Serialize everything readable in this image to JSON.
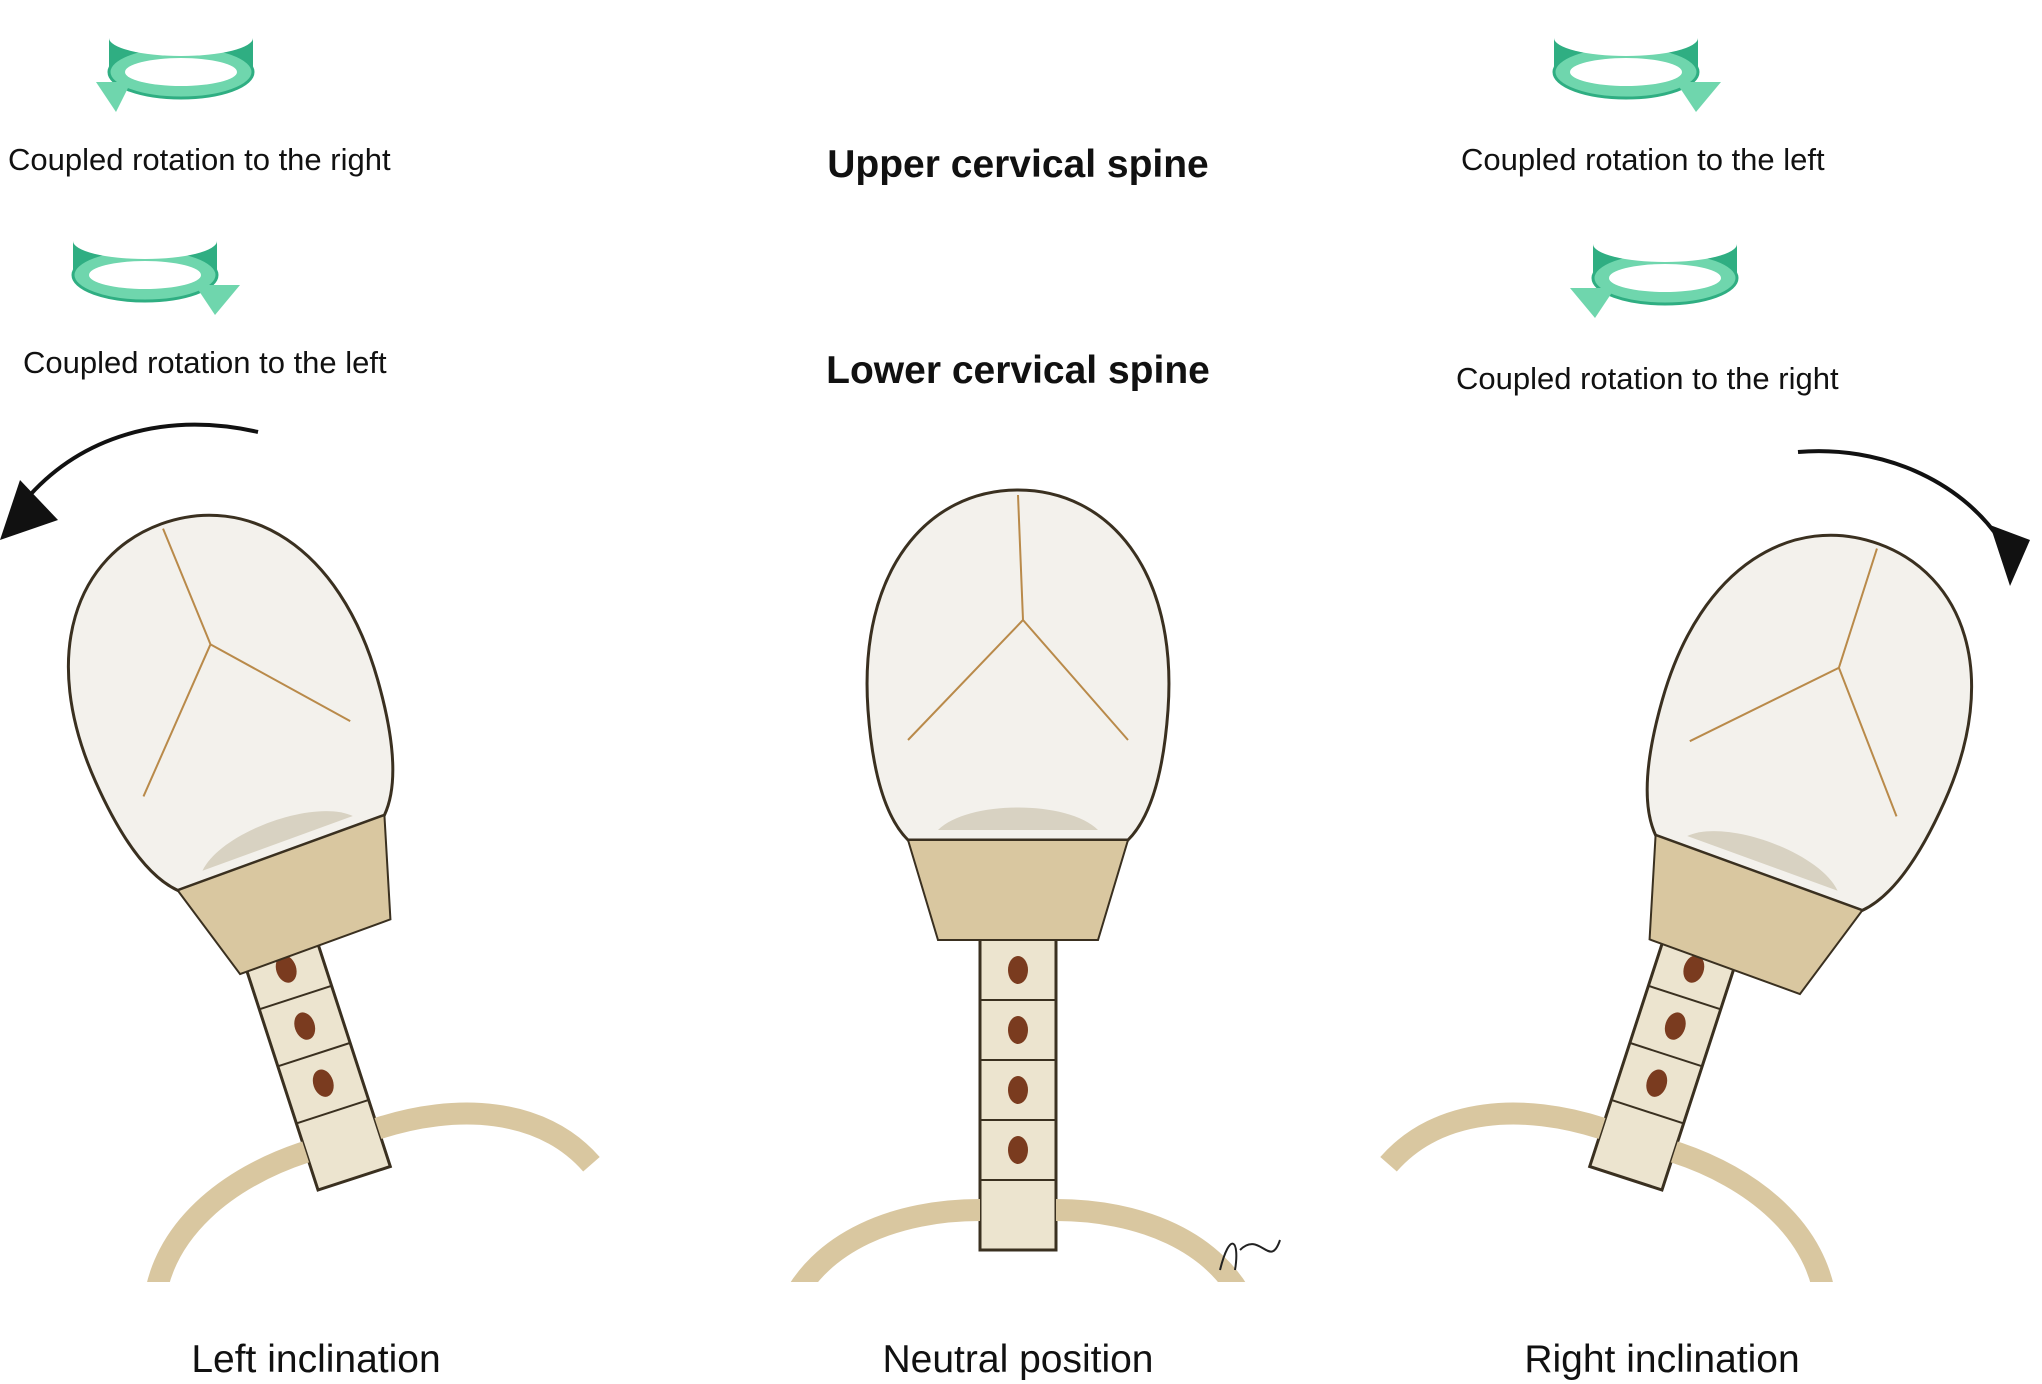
{
  "headings": {
    "upper": "Upper cervical spine",
    "lower": "Lower cervical spine"
  },
  "left": {
    "upper_label": "Coupled rotation to the right",
    "lower_label": "Coupled rotation to the left",
    "caption": "Left inclination"
  },
  "center": {
    "caption": "Neutral position"
  },
  "right": {
    "upper_label": "Coupled rotation to the left",
    "lower_label": "Coupled rotation to the right",
    "caption": "Right inclination"
  },
  "colors": {
    "arrow_green_dark": "#2fae82",
    "arrow_green_light": "#6fd6ad",
    "bone": "#ece4cf",
    "bone_shade": "#b98a4a",
    "skull": "#f3f1ec"
  }
}
